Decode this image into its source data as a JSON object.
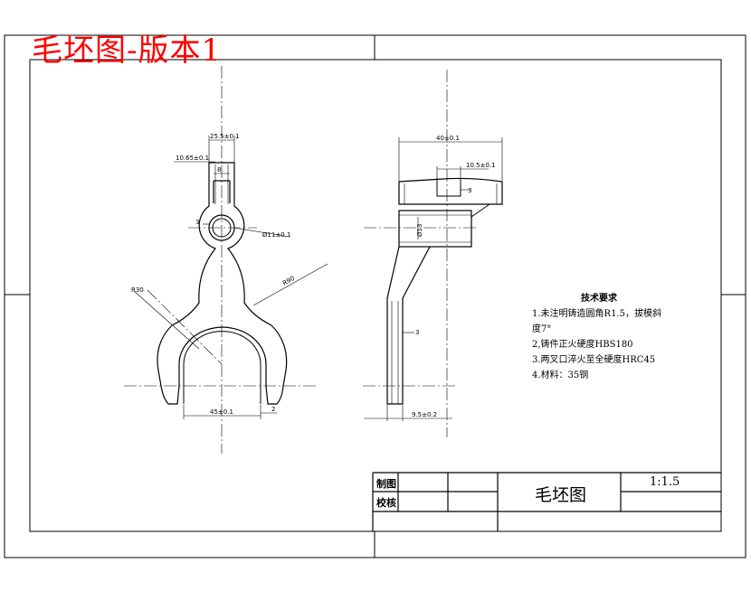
{
  "watermark_title": "毛坯图-版本1",
  "dimensions": {
    "top_width": "25.5±0.1",
    "slot_offset": "10.65±0.1",
    "slot_width": "8",
    "bore_side": "3",
    "bore_dia": "Ø11±0.1",
    "arm_radius": "R90",
    "inner_radius": "R30",
    "fork_width": "45±0.1",
    "fork_wall": "2",
    "side_top_width": "40±0.1",
    "side_slot": "10.5±0.1",
    "side_gap": "3",
    "side_bore": "Ø13",
    "side_arm": "3",
    "side_bottom": "9.5±0.2"
  },
  "requirements": {
    "heading": "技术要求",
    "line1a": "1.未注明铸造圆角R1.5，拔模斜",
    "line1b": "度7°",
    "line2": "2,铸件正火硬度HBS180",
    "line3": "3.两叉口淬火至全硬度HRC45",
    "line4": "4.材料：35钢"
  },
  "title_block": {
    "drawn_label": "制图",
    "check_label": "校核",
    "name": "毛坯图",
    "scale": "1:1.5"
  }
}
